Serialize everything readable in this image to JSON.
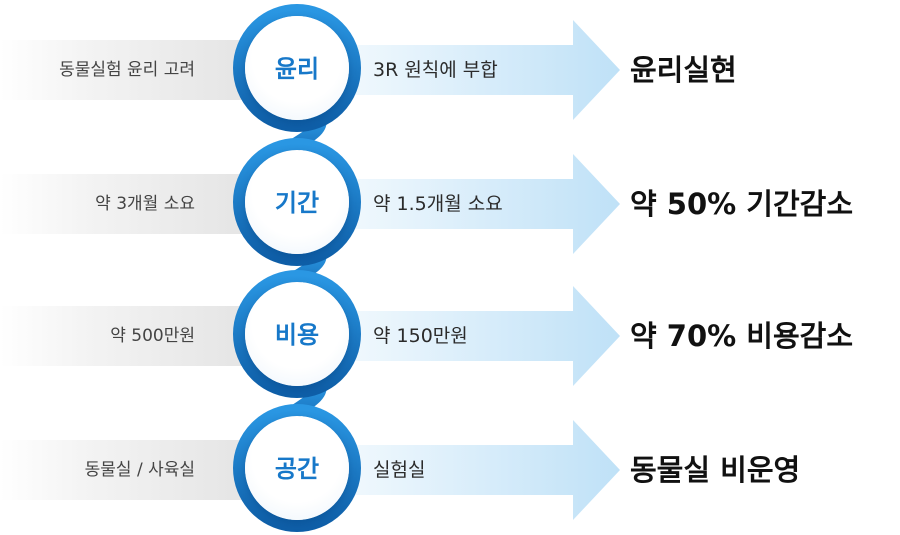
{
  "rows": [
    {
      "left": "동물실험 윤리 고려",
      "key": "윤리",
      "middle": "3R 원칙에 부합",
      "result": "윤리실현"
    },
    {
      "left": "약 3개월 소요",
      "key": "기간",
      "middle": "약 1.5개월 소요",
      "result": "약 50% 기간감소"
    },
    {
      "left": "약 500만원",
      "key": "비용",
      "middle": "약 150만원",
      "result": "약 70% 비용감소"
    },
    {
      "left": "동물실 / 사육실",
      "key": "공간",
      "middle": "실험실",
      "result": "동물실 비운영"
    }
  ],
  "colors": {
    "ring": "#1b86d6",
    "ring_dark": "#0f5fa8",
    "key_text": "#1778c9",
    "arrow_light": "#eef7fd",
    "arrow_dark": "#bfe1f7"
  }
}
